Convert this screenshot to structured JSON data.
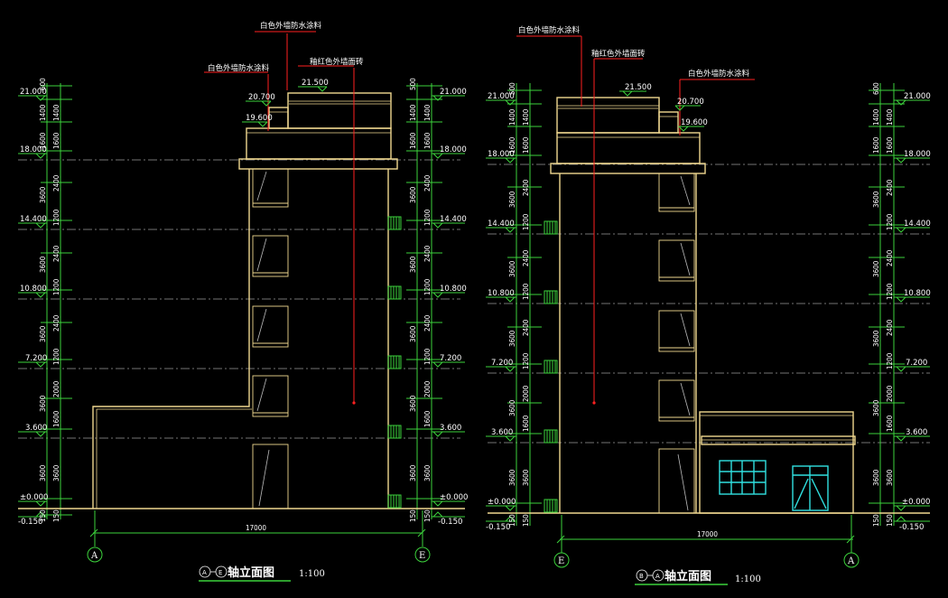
{
  "drawings": [
    {
      "id": "left",
      "title_axis_from": "A",
      "title_axis_to": "E",
      "title_text": "轴立面图",
      "scale": "1:100",
      "axis_left": "A",
      "axis_right": "E",
      "overall_dim": "17000",
      "left_levels": [
        "21.000",
        "18.000",
        "14.400",
        "10.800",
        "7.200",
        "3.600",
        "±0.000",
        "-0.150"
      ],
      "right_levels": [
        "21.000",
        "18.000",
        "14.400",
        "10.800",
        "7.200",
        "3.600",
        "±0.000",
        "-0.150"
      ],
      "left_outer_dims": [
        "600",
        "1400",
        "1600",
        "3600",
        "3600",
        "3600",
        "3600",
        "3600",
        "150"
      ],
      "left_inner_dims": [
        "1400",
        "1600",
        "2400",
        "1200",
        "2400",
        "1200",
        "2400",
        "1200",
        "2000",
        "1600",
        "3600",
        "150"
      ],
      "right_outer_dims": [
        "500",
        "1400",
        "1600",
        "3600",
        "3600",
        "3600",
        "3600",
        "3600",
        "150"
      ],
      "right_inner_dims": [
        "1400",
        "1600",
        "2400",
        "1200",
        "2400",
        "1200",
        "2400",
        "1200",
        "2000",
        "1600",
        "3600",
        "150"
      ],
      "roof_levels": [
        "21.500",
        "20.700",
        "19.600"
      ],
      "notes": [
        "白色外墙防水涂料",
        "釉红色外墙面砖",
        "白色外墙防水涂料"
      ]
    },
    {
      "id": "right",
      "title_axis_from": "B",
      "title_axis_to": "A",
      "title_text": "轴立面图",
      "scale": "1:100",
      "axis_left": "E",
      "axis_right": "A",
      "overall_dim": "17000",
      "left_levels": [
        "21.000",
        "18.000",
        "14.400",
        "10.800",
        "7.200",
        "3.600",
        "±0.000",
        "-0.150"
      ],
      "right_levels": [
        "21.000",
        "18.000",
        "14.400",
        "10.800",
        "7.200",
        "3.600",
        "±0.000",
        "-0.150"
      ],
      "left_outer_dims": [
        "500",
        "1400",
        "1600",
        "3600",
        "3600",
        "3600",
        "3600",
        "3600",
        "150"
      ],
      "left_inner_dims": [
        "1400",
        "1600",
        "2400",
        "1200",
        "2400",
        "1200",
        "2400",
        "1200",
        "2000",
        "1600",
        "3600",
        "150"
      ],
      "right_outer_dims": [
        "600",
        "1400",
        "1600",
        "3600",
        "3600",
        "3600",
        "3600",
        "3600",
        "150"
      ],
      "right_inner_dims": [
        "1400",
        "1600",
        "2400",
        "1200",
        "2400",
        "1200",
        "2400",
        "1200",
        "2000",
        "1600",
        "3600",
        "150"
      ],
      "roof_levels": [
        "21.500",
        "20.700",
        "19.600"
      ],
      "notes": [
        "白色外墙防水涂料",
        "釉红色外墙面砖",
        "白色外墙防水涂料"
      ]
    }
  ]
}
